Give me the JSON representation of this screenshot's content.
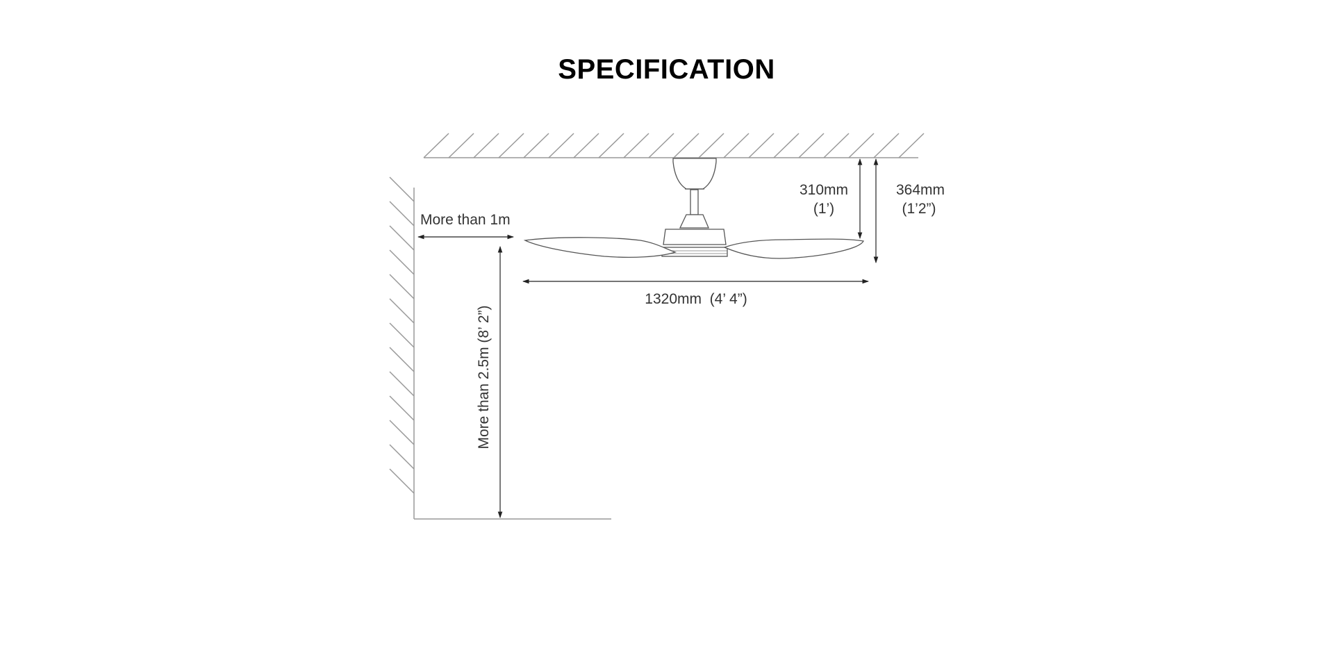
{
  "title": "SPECIFICATION",
  "dimensions": {
    "wall_clearance": "More than 1m",
    "floor_height": "More than 2.5m (8’ 2”)",
    "span": "1320mm  (4’ 4”)",
    "drop_blade_mm": "310mm",
    "drop_blade_ft": "(1’)",
    "drop_total_mm": "364mm",
    "drop_total_ft": "(1’2”)"
  },
  "colors": {
    "line": "#333333",
    "hatch": "#999999",
    "text": "#333333"
  }
}
